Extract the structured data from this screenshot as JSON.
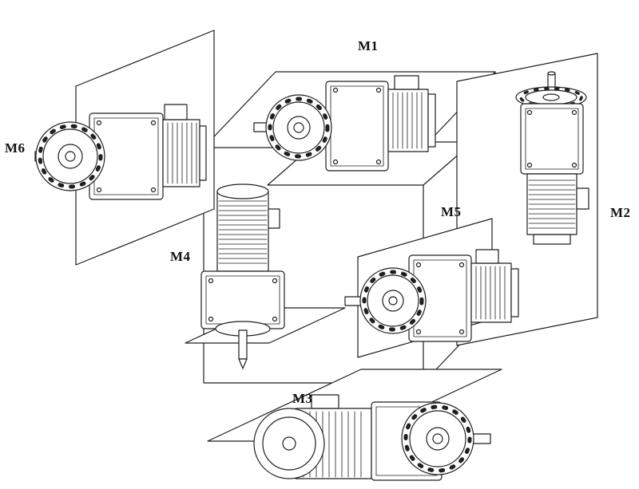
{
  "colors": {
    "background": "#ffffff",
    "line": "#1f1f1f",
    "label_text": "#111111"
  },
  "labels": {
    "m1": "M1",
    "m2": "M2",
    "m3": "M3",
    "m4": "M4",
    "m5": "M5",
    "m6": "M6"
  }
}
